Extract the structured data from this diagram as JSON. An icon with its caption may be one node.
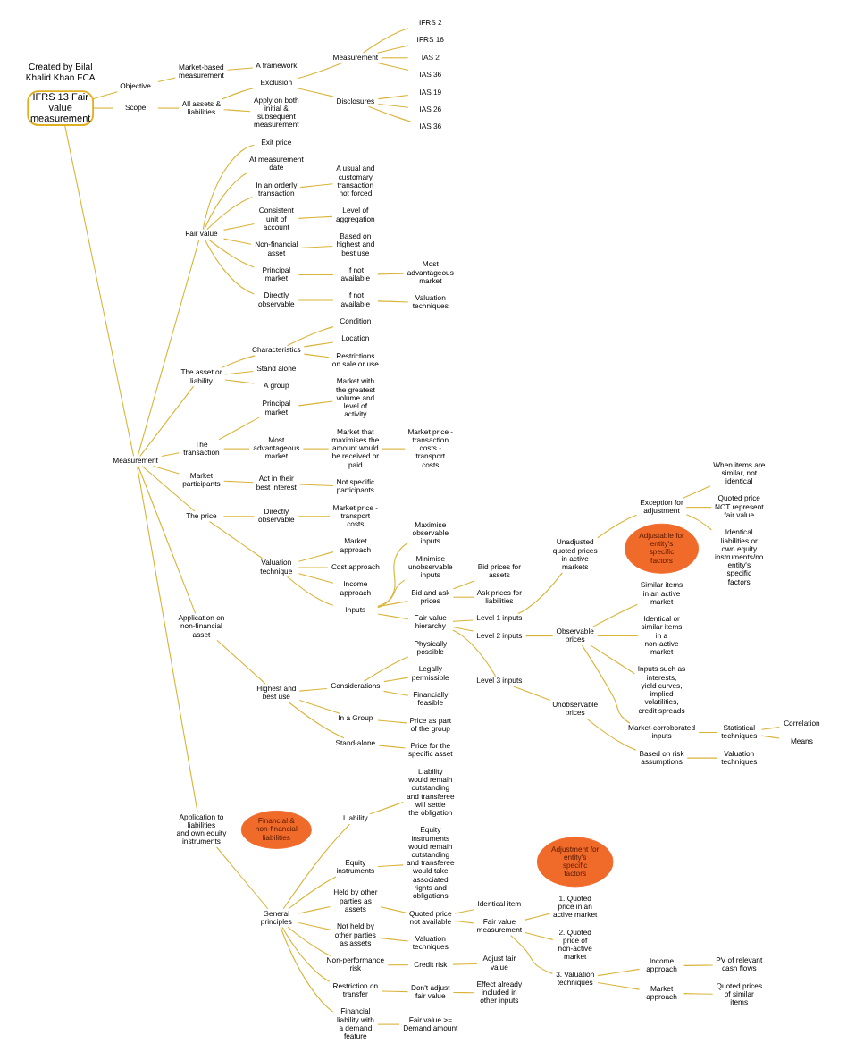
{
  "diagram": {
    "nodes": [
      {
        "text": [
          "IFRS 13 Fair value measurement"
        ]
      },
      {
        "text": [
          "Objective"
        ]
      },
      {
        "text": [
          "Market-based measurement"
        ]
      },
      {
        "text": [
          "A framework"
        ]
      },
      {
        "text": [
          "Scope"
        ]
      },
      {
        "text": [
          "All assets & liabilities"
        ]
      },
      {
        "text": [
          "Exclusion"
        ]
      },
      {
        "text": [
          "Measurement"
        ]
      },
      {
        "text": [
          "IFRS 2"
        ]
      },
      {
        "text": [
          "IFRS 16"
        ]
      },
      {
        "text": [
          "IAS 2"
        ]
      },
      {
        "text": [
          "IAS 36"
        ]
      },
      {
        "text": [
          "Disclosures"
        ]
      },
      {
        "text": [
          "IAS 19"
        ]
      },
      {
        "text": [
          "IAS 26"
        ]
      },
      {
        "text": [
          "IAS 36"
        ]
      },
      {
        "text": [
          "Apply on both initial & subsequent measurement"
        ]
      },
      {
        "text": [
          "Measurement"
        ]
      },
      {
        "text": [
          "Fair value"
        ]
      },
      {
        "text": [
          "Exit price"
        ]
      },
      {
        "text": [
          "At measurement date"
        ]
      },
      {
        "text": [
          "In an orderly transaction"
        ]
      },
      {
        "text": [
          "A usual and customary transaction not forced"
        ]
      },
      {
        "text": [
          "Consistent unit of account"
        ]
      },
      {
        "text": [
          "Level of aggregation"
        ]
      },
      {
        "text": [
          "Non-financial asset"
        ]
      },
      {
        "text": [
          "Based on highest and best use"
        ]
      },
      {
        "text": [
          "Principal market"
        ]
      },
      {
        "text": [
          "If not available"
        ]
      },
      {
        "text": [
          "Most advantageous market"
        ]
      },
      {
        "text": [
          "Directly observable"
        ]
      },
      {
        "text": [
          "If not available"
        ]
      },
      {
        "text": [
          "Valuation techniques"
        ]
      },
      {
        "text": [
          "The asset or liability"
        ]
      },
      {
        "text": [
          "Characteristics"
        ]
      },
      {
        "text": [
          "Condition"
        ]
      },
      {
        "text": [
          "Location"
        ]
      },
      {
        "text": [
          "Restrictions on sale or use"
        ]
      },
      {
        "text": [
          "Stand alone"
        ]
      },
      {
        "text": [
          "A group"
        ]
      },
      {
        "text": [
          "The transaction"
        ]
      },
      {
        "text": [
          "Principal market"
        ]
      },
      {
        "text": [
          "Market with the greatest volume and level of activity"
        ]
      },
      {
        "text": [
          "Most advantageous market"
        ]
      },
      {
        "text": [
          "Market that maximises the amount would be received or paid"
        ]
      },
      {
        "text": [
          "Market price - transaction costs - transport costs"
        ]
      },
      {
        "text": [
          "Market participants"
        ]
      },
      {
        "text": [
          "Act in their best interest"
        ]
      },
      {
        "text": [
          "Not specific participants"
        ]
      },
      {
        "text": [
          "The price"
        ]
      },
      {
        "text": [
          "Directly observable"
        ]
      },
      {
        "text": [
          "Market price - transport costs"
        ]
      },
      {
        "text": [
          "Valuation technique"
        ]
      },
      {
        "text": [
          "Market approach"
        ]
      },
      {
        "text": [
          "Cost approach"
        ]
      },
      {
        "text": [
          "Income approach"
        ]
      },
      {
        "text": [
          "Inputs"
        ]
      },
      {
        "text": [
          "Maximise observable inputs"
        ]
      },
      {
        "text": [
          "Minimise unobservable inputs"
        ]
      },
      {
        "text": [
          "Bid and ask prices"
        ]
      },
      {
        "text": [
          "Bid prices for assets"
        ]
      },
      {
        "text": [
          "Ask prices for liabilities"
        ]
      },
      {
        "text": [
          "Fair value hierarchy"
        ]
      },
      {
        "text": [
          "Level 1 inputs"
        ]
      },
      {
        "text": [
          "Unadjusted quoted prices in active markets"
        ]
      },
      {
        "text": [
          "Exception for adjustment"
        ]
      },
      {
        "text": [
          "When items are similar, not identical"
        ]
      },
      {
        "text": [
          "Quoted price NOT represent fair value"
        ]
      },
      {
        "text": [
          "Identical liabilities or own equity instruments/no entity's specific factors"
        ]
      },
      {
        "text": [
          "Level 2 inputs"
        ]
      },
      {
        "text": [
          "Adjustable for entity's specific factors"
        ]
      },
      {
        "text": [
          "Observable prices"
        ]
      },
      {
        "text": [
          "Similar items in an active market"
        ]
      },
      {
        "text": [
          "Identical or similar items in a non-active market"
        ]
      },
      {
        "text": [
          "Inputs such as interests, yield curves, implied volatilities, credit spreads"
        ]
      },
      {
        "text": [
          "Market-corroborated inputs"
        ]
      },
      {
        "text": [
          "Statistical techniques"
        ]
      },
      {
        "text": [
          "Correlation"
        ]
      },
      {
        "text": [
          "Means"
        ]
      },
      {
        "text": [
          "Level 3 inputs"
        ]
      },
      {
        "text": [
          "Unobservable prices"
        ]
      },
      {
        "text": [
          "Based on risk assumptions"
        ]
      },
      {
        "text": [
          "Valuation techniques"
        ]
      },
      {
        "text": [
          "Application on non-financial asset"
        ]
      },
      {
        "text": [
          "Highest and best use"
        ]
      },
      {
        "text": [
          "Considerations"
        ]
      },
      {
        "text": [
          "Physically possible"
        ]
      },
      {
        "text": [
          "Legally permissible"
        ]
      },
      {
        "text": [
          "Financially feasible"
        ]
      },
      {
        "text": [
          "In a Group"
        ]
      },
      {
        "text": [
          "Price as part of the group"
        ]
      },
      {
        "text": [
          "Stand-alone"
        ]
      },
      {
        "text": [
          "Price for the specific asset"
        ]
      },
      {
        "text": [
          "Financial & non-financial liabilities"
        ]
      },
      {
        "text": [
          "Application to liabilities and own equity instruments"
        ]
      },
      {
        "text": [
          "General principles"
        ]
      },
      {
        "text": [
          "Liability"
        ]
      },
      {
        "text": [
          "Liability would remain outstanding and transferee will settle the obligation"
        ]
      },
      {
        "text": [
          "Equity instruments"
        ]
      },
      {
        "text": [
          "Equity instruments would remain outstanding and transferee would take associated rights and obligations"
        ]
      },
      {
        "text": [
          "Held by other parties as assets"
        ]
      },
      {
        "text": [
          "Quoted price not available"
        ]
      },
      {
        "text": [
          "Identical item"
        ]
      },
      {
        "text": [
          "Adjustment for entity's specific factors"
        ]
      },
      {
        "text": [
          "Fair value measurement"
        ]
      },
      {
        "text": [
          "1. Quoted price in an active market"
        ]
      },
      {
        "text": [
          "2. Quoted price of non-active market"
        ]
      },
      {
        "text": [
          "3. Valuation techniques"
        ]
      },
      {
        "text": [
          "Income approach"
        ]
      },
      {
        "text": [
          "PV of relevant cash flows"
        ]
      },
      {
        "text": [
          "Market approach"
        ]
      },
      {
        "text": [
          "Quoted prices of similar items"
        ]
      },
      {
        "text": [
          "Not held by other parties as assets"
        ]
      },
      {
        "text": [
          "Valuation techniques"
        ]
      },
      {
        "text": [
          "Non-performance risk"
        ]
      },
      {
        "text": [
          "Credit risk"
        ]
      },
      {
        "text": [
          "Adjust fair value"
        ]
      },
      {
        "text": [
          "Restriction on transfer"
        ]
      },
      {
        "text": [
          "Don't adjust fair value"
        ]
      },
      {
        "text": [
          "Effect already included in other inputs"
        ]
      },
      {
        "text": [
          "Financial liability with a demand feature"
        ]
      },
      {
        "text": [
          "Fair value >= Demand amount"
        ]
      }
    ],
    "edges": [
      {
        "from": 0,
        "to": 1,
        "arrow": "none"
      },
      {
        "from": 1,
        "to": 2,
        "arrow": "none"
      },
      {
        "from": 2,
        "to": 3,
        "arrow": "none"
      },
      {
        "from": 0,
        "to": 4,
        "arrow": "none"
      },
      {
        "from": 4,
        "to": 5,
        "arrow": "none"
      },
      {
        "from": 5,
        "to": 6,
        "arrow": "none"
      },
      {
        "from": 6,
        "to": 7,
        "arrow": "none"
      },
      {
        "from": 7,
        "to": 8,
        "arrow": "none"
      },
      {
        "from": 7,
        "to": 9,
        "arrow": "none"
      },
      {
        "from": 7,
        "to": 10,
        "arrow": "none"
      },
      {
        "from": 7,
        "to": 11,
        "arrow": "none"
      },
      {
        "from": 6,
        "to": 12,
        "arrow": "none"
      },
      {
        "from": 12,
        "to": 13,
        "arrow": "none"
      },
      {
        "from": 12,
        "to": 14,
        "arrow": "none"
      },
      {
        "from": 12,
        "to": 15,
        "arrow": "none"
      },
      {
        "from": 5,
        "to": 16,
        "arrow": "none"
      },
      {
        "from": 0,
        "to": 17,
        "arrow": "none"
      },
      {
        "from": 17,
        "to": 18,
        "arrow": "none"
      },
      {
        "from": 18,
        "to": 19,
        "arrow": "none"
      },
      {
        "from": 18,
        "to": 20,
        "arrow": "none"
      },
      {
        "from": 18,
        "to": 21,
        "arrow": "none"
      },
      {
        "from": 21,
        "to": 22,
        "arrow": "none"
      },
      {
        "from": 18,
        "to": 23,
        "arrow": "none"
      },
      {
        "from": 23,
        "to": 24,
        "arrow": "none"
      },
      {
        "from": 18,
        "to": 25,
        "arrow": "none"
      },
      {
        "from": 25,
        "to": 26,
        "arrow": "none"
      },
      {
        "from": 18,
        "to": 27,
        "arrow": "none"
      },
      {
        "from": 27,
        "to": 28,
        "arrow": "none"
      },
      {
        "from": 28,
        "to": 29,
        "arrow": "none"
      },
      {
        "from": 18,
        "to": 30,
        "arrow": "none"
      },
      {
        "from": 30,
        "to": 31,
        "arrow": "none"
      },
      {
        "from": 31,
        "to": 32,
        "arrow": "none"
      },
      {
        "from": 17,
        "to": 33,
        "arrow": "none"
      },
      {
        "from": 33,
        "to": 34,
        "arrow": "none"
      },
      {
        "from": 34,
        "to": 35,
        "arrow": "none"
      },
      {
        "from": 34,
        "to": 36,
        "arrow": "none"
      },
      {
        "from": 34,
        "to": 37,
        "arrow": "none"
      },
      {
        "from": 33,
        "to": 38,
        "arrow": "none"
      },
      {
        "from": 33,
        "to": 39,
        "arrow": "none"
      },
      {
        "from": 17,
        "to": 40,
        "arrow": "none"
      },
      {
        "from": 40,
        "to": 41,
        "arrow": "none"
      },
      {
        "from": 41,
        "to": 42,
        "arrow": "none"
      },
      {
        "from": 40,
        "to": 43,
        "arrow": "none"
      },
      {
        "from": 43,
        "to": 44,
        "arrow": "none"
      },
      {
        "from": 44,
        "to": 45,
        "arrow": "none"
      },
      {
        "from": 17,
        "to": 46,
        "arrow": "none"
      },
      {
        "from": 46,
        "to": 47,
        "arrow": "none"
      },
      {
        "from": 47,
        "to": 48,
        "arrow": "none"
      },
      {
        "from": 17,
        "to": 49,
        "arrow": "none"
      },
      {
        "from": 49,
        "to": 50,
        "arrow": "none"
      },
      {
        "from": 50,
        "to": 51,
        "arrow": "none"
      },
      {
        "from": 49,
        "to": 52,
        "arrow": "none"
      },
      {
        "from": 52,
        "to": 53,
        "arrow": "none"
      },
      {
        "from": 52,
        "to": 54,
        "arrow": "none"
      },
      {
        "from": 52,
        "to": 55,
        "arrow": "none"
      },
      {
        "from": 52,
        "to": 56,
        "arrow": "none"
      },
      {
        "from": 56,
        "to": 57,
        "arrow": "none"
      },
      {
        "from": 56,
        "to": 58,
        "arrow": "none"
      },
      {
        "from": 56,
        "to": 59,
        "arrow": "none"
      },
      {
        "from": 59,
        "to": 60,
        "arrow": "none"
      },
      {
        "from": 59,
        "to": 61,
        "arrow": "none"
      },
      {
        "from": 56,
        "to": 62,
        "arrow": "none"
      },
      {
        "from": 62,
        "to": 63,
        "arrow": "none"
      },
      {
        "from": 63,
        "to": 64,
        "arrow": "none"
      },
      {
        "from": 64,
        "to": 65,
        "arrow": "none"
      },
      {
        "from": 65,
        "to": 66,
        "arrow": "none"
      },
      {
        "from": 65,
        "to": 67,
        "arrow": "none"
      },
      {
        "from": 65,
        "to": 68,
        "arrow": "none"
      },
      {
        "from": 62,
        "to": 69,
        "arrow": "none"
      },
      {
        "from": 69,
        "to": 71,
        "arrow": "none"
      },
      {
        "from": 71,
        "to": 72,
        "arrow": "none"
      },
      {
        "from": 71,
        "to": 73,
        "arrow": "none"
      },
      {
        "from": 71,
        "to": 74,
        "arrow": "none"
      },
      {
        "from": 71,
        "to": 75,
        "arrow": "none"
      },
      {
        "from": 75,
        "to": 76,
        "arrow": "none"
      },
      {
        "from": 76,
        "to": 77,
        "arrow": "none"
      },
      {
        "from": 76,
        "to": 78,
        "arrow": "none"
      },
      {
        "from": 62,
        "to": 79,
        "arrow": "none"
      },
      {
        "from": 79,
        "to": 80,
        "arrow": "none"
      },
      {
        "from": 80,
        "to": 81,
        "arrow": "none"
      },
      {
        "from": 81,
        "to": 82,
        "arrow": "none"
      },
      {
        "from": 17,
        "to": 83,
        "arrow": "none"
      },
      {
        "from": 83,
        "to": 84,
        "arrow": "none"
      },
      {
        "from": 84,
        "to": 85,
        "arrow": "none"
      },
      {
        "from": 85,
        "to": 86,
        "arrow": "none"
      },
      {
        "from": 85,
        "to": 87,
        "arrow": "none"
      },
      {
        "from": 85,
        "to": 88,
        "arrow": "none"
      },
      {
        "from": 84,
        "to": 89,
        "arrow": "none"
      },
      {
        "from": 89,
        "to": 90,
        "arrow": "none"
      },
      {
        "from": 84,
        "to": 91,
        "arrow": "none"
      },
      {
        "from": 91,
        "to": 92,
        "arrow": "none"
      },
      {
        "from": 17,
        "to": 94,
        "arrow": "none"
      },
      {
        "from": 94,
        "to": 95,
        "arrow": "none"
      },
      {
        "from": 95,
        "to": 96,
        "arrow": "none"
      },
      {
        "from": 96,
        "to": 97,
        "arrow": "none"
      },
      {
        "from": 95,
        "to": 98,
        "arrow": "none"
      },
      {
        "from": 98,
        "to": 99,
        "arrow": "none"
      },
      {
        "from": 95,
        "to": 100,
        "arrow": "none"
      },
      {
        "from": 100,
        "to": 101,
        "arrow": "none"
      },
      {
        "from": 101,
        "to": 102,
        "arrow": "none"
      },
      {
        "from": 101,
        "to": 104,
        "arrow": "none"
      },
      {
        "from": 104,
        "to": 105,
        "arrow": "none"
      },
      {
        "from": 104,
        "to": 106,
        "arrow": "none"
      },
      {
        "from": 104,
        "to": 107,
        "arrow": "none"
      },
      {
        "from": 107,
        "to": 108,
        "arrow": "none"
      },
      {
        "from": 108,
        "to": 109,
        "arrow": "none"
      },
      {
        "from": 107,
        "to": 110,
        "arrow": "none"
      },
      {
        "from": 110,
        "to": 111,
        "arrow": "none"
      },
      {
        "from": 95,
        "to": 112,
        "arrow": "none"
      },
      {
        "from": 112,
        "to": 113,
        "arrow": "none"
      },
      {
        "from": 95,
        "to": 114,
        "arrow": "none"
      },
      {
        "from": 114,
        "to": 115,
        "arrow": "none"
      },
      {
        "from": 115,
        "to": 116,
        "arrow": "none"
      },
      {
        "from": 95,
        "to": 117,
        "arrow": "none"
      },
      {
        "from": 117,
        "to": 118,
        "arrow": "none"
      },
      {
        "from": 118,
        "to": 119,
        "arrow": "none"
      },
      {
        "from": 95,
        "to": 120,
        "arrow": "none"
      },
      {
        "from": 120,
        "to": 121,
        "arrow": "none"
      }
    ],
    "labels": [
      "Created by Bilal Khalid Khan FCA"
    ]
  }
}
